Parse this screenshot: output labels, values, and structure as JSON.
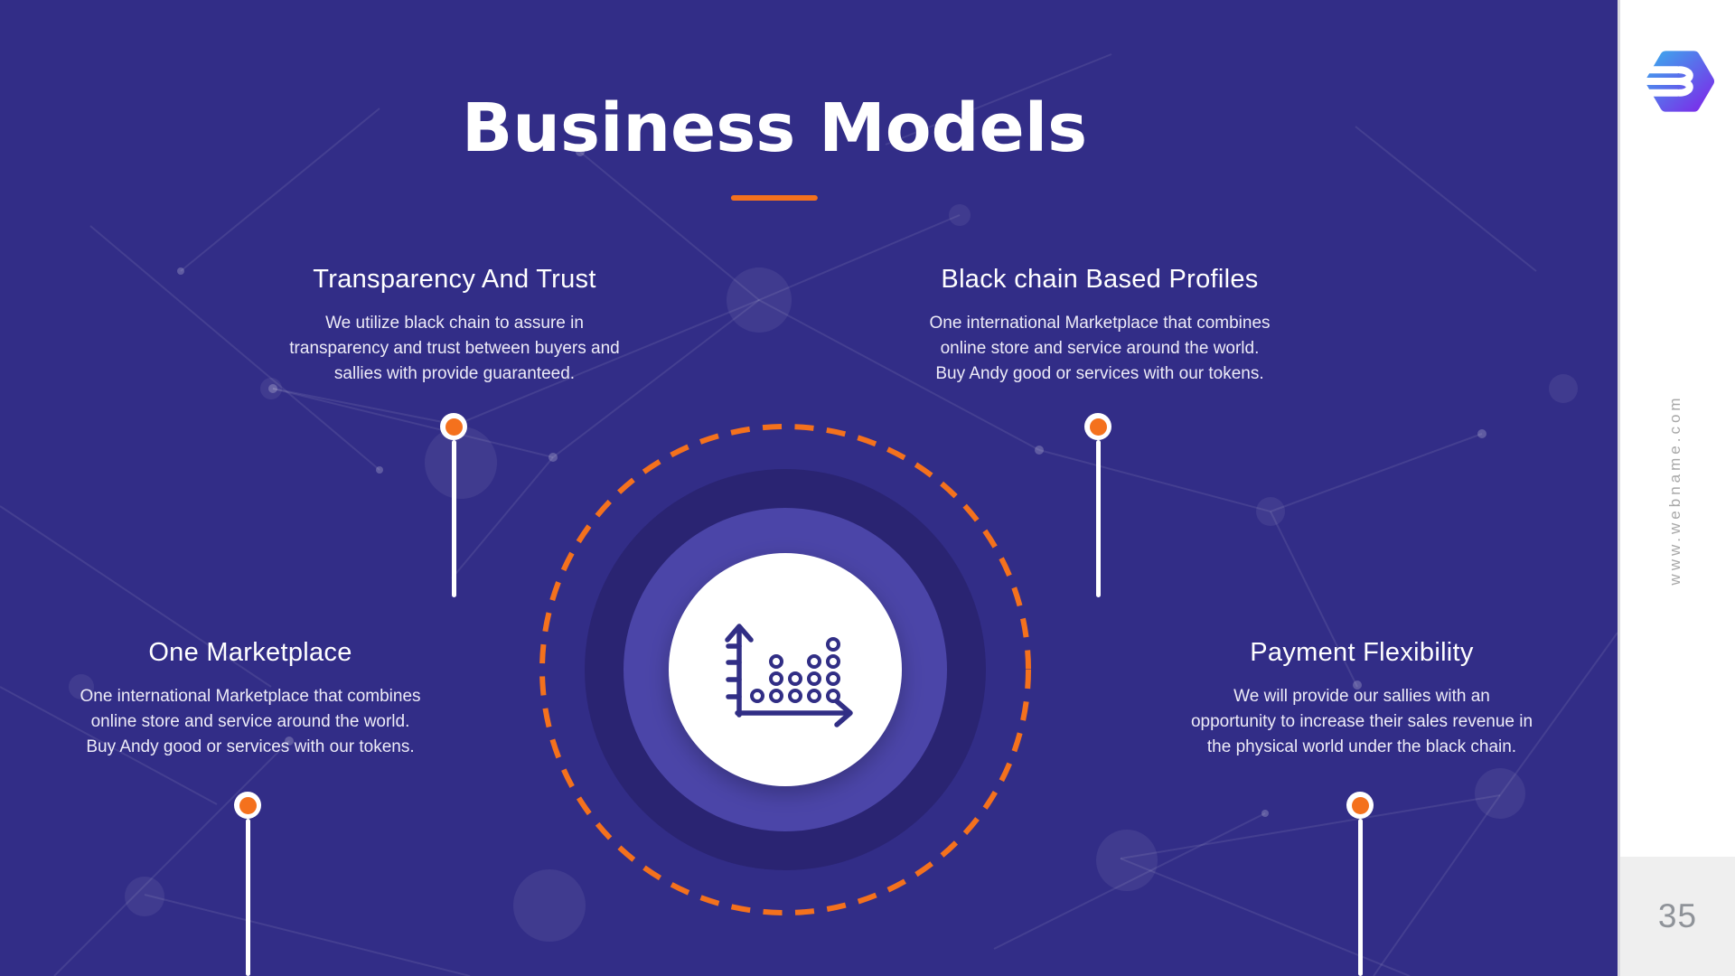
{
  "slide": {
    "title": "Business Models",
    "website_vertical": "www.webname.com",
    "page_number": "35"
  },
  "callouts": [
    {
      "title": "Transparency And Trust",
      "lines": [
        "We utilize black chain to assure in",
        "transparency and trust between buyers and",
        "sallies with provide guaranteed."
      ]
    },
    {
      "title": "Black chain Based Profiles",
      "lines": [
        "One international Marketplace that combines",
        "online store and service around the world.",
        "Buy Andy good or services with our tokens."
      ]
    },
    {
      "title": "One Marketplace",
      "lines": [
        "One international Marketplace that combines",
        "online store and service around the world.",
        "Buy Andy good or services with our tokens."
      ]
    },
    {
      "title": "Payment Flexibility",
      "lines": [
        "We will provide our sallies with an",
        "opportunity to increase their sales revenue in",
        "the physical world under the black chain."
      ]
    }
  ],
  "center_icon": {
    "name": "dot-chart-icon",
    "columns": [
      1,
      3,
      2,
      3,
      4
    ]
  },
  "icons": {
    "logo": "hexagon-b-logo",
    "center": "dot-chart-icon"
  },
  "colors": {
    "background": "#322D87",
    "accent_orange": "#F4711D",
    "inner_circle_dark": "#2A2472",
    "inner_circle_light": "#4B45A8",
    "sidebar_footer_bg": "#EFEFEF",
    "page_number_color": "#8F9399",
    "logo_gradient_start": "#3FA4ED",
    "logo_gradient_end": "#7B2CE9"
  }
}
